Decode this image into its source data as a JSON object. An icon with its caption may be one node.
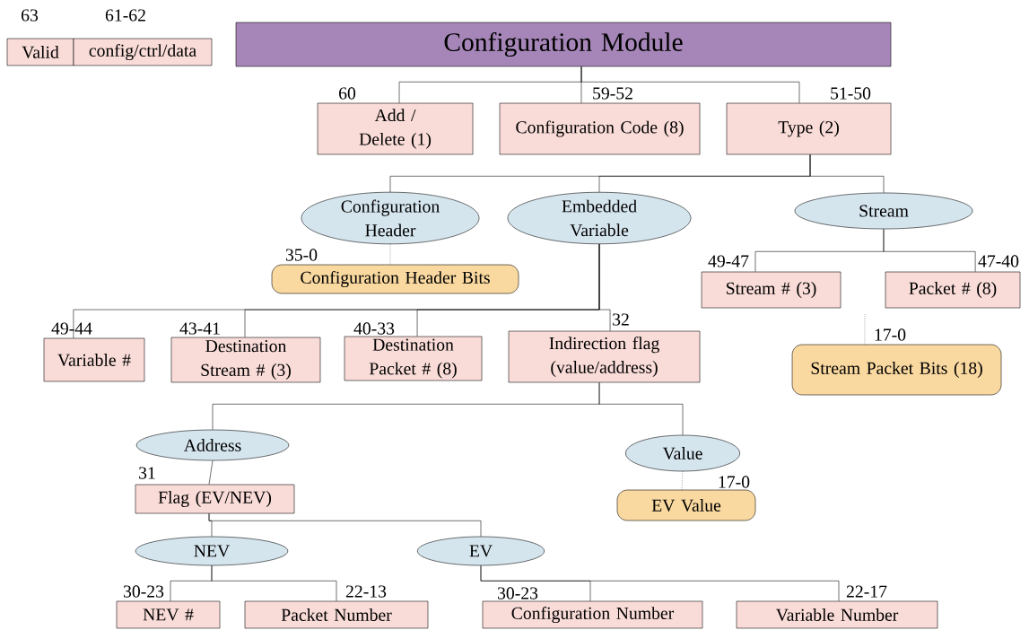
{
  "diagram": {
    "nodes": [
      {
        "text": [
          "Valid"
        ],
        "beside": [
          "63"
        ]
      },
      {
        "text": [
          "config/ctrl/data"
        ],
        "beside": [
          "61-62"
        ]
      },
      {
        "text": [
          "Configuration Module"
        ]
      },
      {
        "text": [
          "Add / Delete (1)"
        ],
        "beside": [
          "60"
        ]
      },
      {
        "text": [
          "Configuration Code (8)"
        ],
        "beside": [
          "59-52"
        ]
      },
      {
        "text": [
          "Type (2)"
        ],
        "beside": [
          "51-50"
        ]
      },
      {
        "text": [
          "Configuration Header"
        ]
      },
      {
        "text": [
          "Embedded Variable"
        ]
      },
      {
        "text": [
          "Stream"
        ]
      },
      {
        "text": [
          "Configuration Header Bits"
        ],
        "beside": [
          "35-0"
        ]
      },
      {
        "text": [
          "Stream # (3)"
        ],
        "beside": [
          "49-47"
        ]
      },
      {
        "text": [
          "Packet # (8)"
        ],
        "beside": [
          "47-40"
        ]
      },
      {
        "text": [
          "Stream Packet Bits (18)"
        ],
        "beside": [
          "17-0"
        ]
      },
      {
        "text": [
          "Variable #"
        ],
        "beside": [
          "49-44"
        ]
      },
      {
        "text": [
          "Destination Stream # (3)"
        ],
        "beside": [
          "43-41"
        ]
      },
      {
        "text": [
          "Destination Packet # (8)"
        ],
        "beside": [
          "40-33"
        ]
      },
      {
        "text": [
          "Indirection flag (value/address)"
        ],
        "beside": [
          "32"
        ]
      },
      {
        "text": [
          "Address"
        ]
      },
      {
        "text": [
          "Value"
        ]
      },
      {
        "text": [
          "EV Value"
        ],
        "beside": [
          "17-0"
        ]
      },
      {
        "text": [
          "Flag (EV/NEV)"
        ],
        "beside": [
          "31"
        ]
      },
      {
        "text": [
          "NEV"
        ]
      },
      {
        "text": [
          "EV"
        ]
      },
      {
        "text": [
          "NEV #"
        ],
        "beside": [
          "30-23"
        ]
      },
      {
        "text": [
          "Packet Number"
        ],
        "beside": [
          "22-13"
        ]
      },
      {
        "text": [
          "Configuration Number"
        ],
        "beside": [
          "30-23"
        ]
      },
      {
        "text": [
          "Variable Number"
        ],
        "beside": [
          "22-17"
        ]
      }
    ],
    "edges": [
      {
        "from": 2,
        "to": 3,
        "arrow": "none"
      },
      {
        "from": 2,
        "to": 4,
        "arrow": "none"
      },
      {
        "from": 2,
        "to": 5,
        "arrow": "none"
      },
      {
        "from": 5,
        "to": 6,
        "arrow": "none"
      },
      {
        "from": 5,
        "to": 7,
        "arrow": "none"
      },
      {
        "from": 5,
        "to": 8,
        "arrow": "none"
      },
      {
        "from": 6,
        "to": 9,
        "arrow": "none",
        "style": "dashed"
      },
      {
        "from": 8,
        "to": 10,
        "arrow": "none"
      },
      {
        "from": 8,
        "to": 11,
        "arrow": "none"
      },
      {
        "from": null,
        "to": 12,
        "arrow": "none",
        "style": "dashed"
      },
      {
        "from": 7,
        "to": 13,
        "arrow": "none"
      },
      {
        "from": 7,
        "to": 14,
        "arrow": "none"
      },
      {
        "from": 7,
        "to": 15,
        "arrow": "none"
      },
      {
        "from": 7,
        "to": 16,
        "arrow": "none"
      },
      {
        "from": 16,
        "to": 17,
        "arrow": "none"
      },
      {
        "from": 16,
        "to": 18,
        "arrow": "none"
      },
      {
        "from": 18,
        "to": 19,
        "arrow": "none",
        "style": "dashed"
      },
      {
        "from": 17,
        "to": 20,
        "arrow": "none"
      },
      {
        "from": 20,
        "to": 21,
        "arrow": "none"
      },
      {
        "from": 20,
        "to": 22,
        "arrow": "none"
      },
      {
        "from": 21,
        "to": 23,
        "arrow": "none"
      },
      {
        "from": 21,
        "to": 24,
        "arrow": "none"
      },
      {
        "from": 22,
        "to": 25,
        "arrow": "none"
      },
      {
        "from": 22,
        "to": 26,
        "arrow": "none"
      }
    ]
  }
}
